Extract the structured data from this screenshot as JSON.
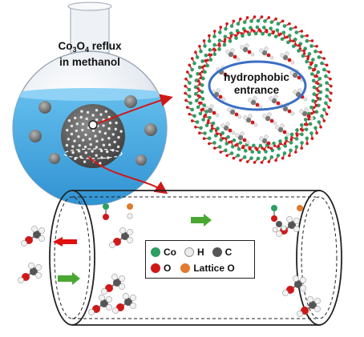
{
  "flask": {
    "formula_base": "Co",
    "formula_sub1": "3",
    "formula_mid": "O",
    "formula_sub2": "4",
    "line1_suffix": " reflux",
    "line2": "in methanol"
  },
  "pore": {
    "label_line1": "hydrophobic",
    "label_line2": "entrance"
  },
  "legend": {
    "items": [
      {
        "label": "Co",
        "color": "#2e9e63"
      },
      {
        "label": "H",
        "color": "#ececec"
      },
      {
        "label": "C",
        "color": "#555555"
      },
      {
        "label": "O",
        "color": "#d01818"
      },
      {
        "label": "Lattice O",
        "color": "#e07a2e"
      }
    ]
  },
  "colors": {
    "water": "#3fa7e0",
    "flask_glass": "#e9eef4",
    "ring_oxygen": "#d01818",
    "ring_cobalt": "#2e9e63",
    "arrow_red": "#e01010",
    "arrow_green": "#4aa832",
    "connector": "#d01818",
    "ellipse_blue": "#3a6fc4"
  }
}
